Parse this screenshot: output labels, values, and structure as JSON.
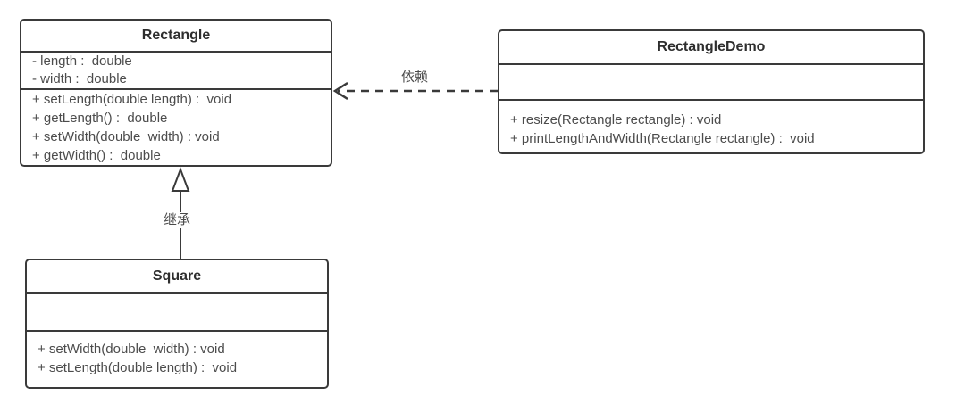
{
  "diagram": {
    "type": "uml-class-diagram",
    "background": "#ffffff",
    "stroke_color": "#3a3a3a",
    "title_text_color": "#2e2e2e",
    "member_text_color": "#4c4c4c",
    "classes": {
      "rectangle": {
        "name": "Rectangle",
        "attributes": [
          "- length :  double",
          "- width :  double"
        ],
        "methods": [
          "+ setLength(double length) :  void",
          "+ getLength() :  double",
          "+ setWidth(double  width) : void",
          "+ getWidth() :  double"
        ]
      },
      "rectangleDemo": {
        "name": "RectangleDemo",
        "attributes": [],
        "methods": [
          "+ resize(Rectangle rectangle) : void",
          "+ printLengthAndWidth(Rectangle rectangle) :  void"
        ]
      },
      "square": {
        "name": "Square",
        "attributes": [],
        "methods": [
          "+ setWidth(double  width) : void",
          "+ setLength(double length) :  void"
        ]
      }
    },
    "relations": {
      "dependency": {
        "label": "依赖",
        "from": "RectangleDemo",
        "to": "Rectangle",
        "style": "dashed-open-arrow"
      },
      "inheritance": {
        "label": "继承",
        "from": "Square",
        "to": "Rectangle",
        "style": "solid-hollow-triangle"
      }
    }
  }
}
